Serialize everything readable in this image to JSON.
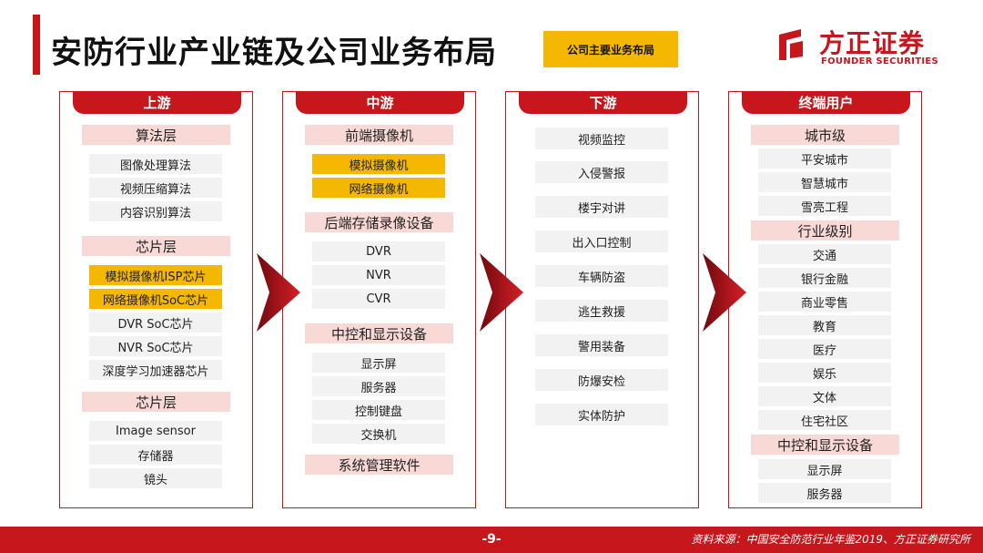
{
  "header": {
    "title": "安防行业产业链及公司业务布局",
    "tag": "公司主要业务布局",
    "logo_cn": "方正证券",
    "logo_en": "FOUNDER SECURITIES"
  },
  "colors": {
    "brand_red": "#c8161d",
    "highlight_yellow": "#f5b800",
    "category_pink": "#f9d9d6",
    "item_gray": "#f2f2f2"
  },
  "columns": [
    {
      "title": "上游",
      "items": [
        {
          "label": "算法层",
          "kind": "category"
        },
        {
          "label": "图像处理算法",
          "kind": "plain"
        },
        {
          "label": "视频压缩算法",
          "kind": "plain"
        },
        {
          "label": "内容识别算法",
          "kind": "plain"
        },
        {
          "label": "芯片层",
          "kind": "category"
        },
        {
          "label": "模拟摄像机ISP芯片",
          "kind": "highlight"
        },
        {
          "label": "网络摄像机SoC芯片",
          "kind": "highlight"
        },
        {
          "label": "DVR SoC芯片",
          "kind": "plain"
        },
        {
          "label": "NVR SoC芯片",
          "kind": "plain"
        },
        {
          "label": "深度学习加速器芯片",
          "kind": "plain"
        },
        {
          "label": "芯片层",
          "kind": "category"
        },
        {
          "label": "Image sensor",
          "kind": "plain"
        },
        {
          "label": "存储器",
          "kind": "plain"
        },
        {
          "label": "镜头",
          "kind": "plain"
        }
      ]
    },
    {
      "title": "中游",
      "items": [
        {
          "label": "前端摄像机",
          "kind": "category"
        },
        {
          "label": "模拟摄像机",
          "kind": "highlight"
        },
        {
          "label": "网络摄像机",
          "kind": "highlight"
        },
        {
          "label": "后端存储录像设备",
          "kind": "category"
        },
        {
          "label": "DVR",
          "kind": "plain"
        },
        {
          "label": "NVR",
          "kind": "plain"
        },
        {
          "label": "CVR",
          "kind": "plain"
        },
        {
          "label": "中控和显示设备",
          "kind": "category"
        },
        {
          "label": "显示屏",
          "kind": "plain"
        },
        {
          "label": "服务器",
          "kind": "plain"
        },
        {
          "label": "控制键盘",
          "kind": "plain"
        },
        {
          "label": "交换机",
          "kind": "plain"
        },
        {
          "label": "系统管理软件",
          "kind": "category"
        }
      ]
    },
    {
      "title": "下游",
      "items": [
        {
          "label": "视频监控",
          "kind": "plain"
        },
        {
          "label": "入侵警报",
          "kind": "plain"
        },
        {
          "label": "楼宇对讲",
          "kind": "plain"
        },
        {
          "label": "出入口控制",
          "kind": "plain"
        },
        {
          "label": "车辆防盗",
          "kind": "plain"
        },
        {
          "label": "逃生救援",
          "kind": "plain"
        },
        {
          "label": "警用装备",
          "kind": "plain"
        },
        {
          "label": "防爆安检",
          "kind": "plain"
        },
        {
          "label": "实体防护",
          "kind": "plain"
        }
      ]
    },
    {
      "title": "终端用户",
      "items": [
        {
          "label": "城市级",
          "kind": "category"
        },
        {
          "label": "平安城市",
          "kind": "plain"
        },
        {
          "label": "智慧城市",
          "kind": "plain"
        },
        {
          "label": "雪亮工程",
          "kind": "plain"
        },
        {
          "label": "行业级别",
          "kind": "category"
        },
        {
          "label": "交通",
          "kind": "plain"
        },
        {
          "label": "银行金融",
          "kind": "plain"
        },
        {
          "label": "商业零售",
          "kind": "plain"
        },
        {
          "label": "教育",
          "kind": "plain"
        },
        {
          "label": "医疗",
          "kind": "plain"
        },
        {
          "label": "娱乐",
          "kind": "plain"
        },
        {
          "label": "文体",
          "kind": "plain"
        },
        {
          "label": "住宅社区",
          "kind": "plain"
        },
        {
          "label": "中控和显示设备",
          "kind": "category"
        },
        {
          "label": "显示屏",
          "kind": "plain"
        },
        {
          "label": "服务器",
          "kind": "plain"
        }
      ]
    }
  ],
  "footer": {
    "page_number": "-9-",
    "source": "资料来源：中国安全防范行业年鉴2019、方正证券研究所"
  }
}
